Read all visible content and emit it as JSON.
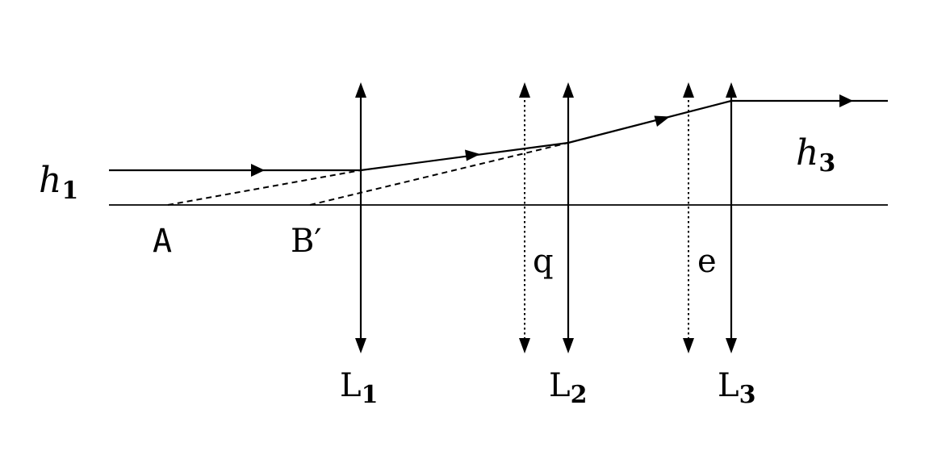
{
  "labels": {
    "h1_main": "h",
    "h1_sub": "1",
    "h3_main": "h",
    "h3_sub": "3",
    "point_a": "A",
    "point_b": "B′",
    "q": "q",
    "e": "e",
    "l1_main": "L",
    "l1_sub": "1",
    "l2_main": "L",
    "l2_sub": "2",
    "l3_main": "L",
    "l3_sub": "3"
  }
}
